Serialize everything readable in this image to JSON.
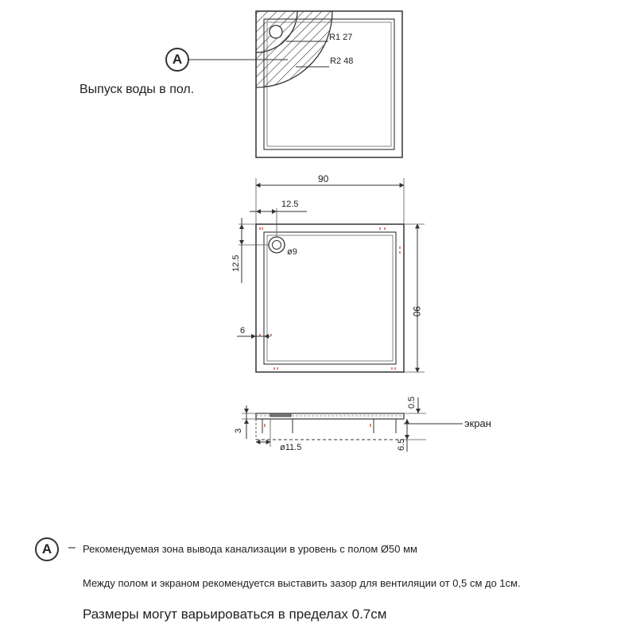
{
  "callout": {
    "marker": "A",
    "caption": "Выпуск воды в пол."
  },
  "top_view": {
    "radius_inner": "R1 27",
    "radius_outer": "R2 48"
  },
  "plan_view": {
    "width": "90",
    "height": "90",
    "drain_offset_x": "12.5",
    "drain_offset_y": "12.5",
    "drain_diameter": "ø9",
    "rim_width": "6"
  },
  "side_view": {
    "top_thickness": "0.5",
    "depth": "3",
    "drain_diameter": "ø11.5",
    "screen_gap": "6.5",
    "screen_label": "экран"
  },
  "notes": {
    "legend_marker": "A",
    "legend_dash": "–",
    "legend_text": "Рекомендуемая зона вывода канализации в уровень с полом   Ø50 мм",
    "ventilation": "Между полом и экраном рекомендуется выставить зазор для вентиляции от 0,5 см до 1см.",
    "tolerance": "Размеры могут варьироваться в пределах 0.7см"
  }
}
